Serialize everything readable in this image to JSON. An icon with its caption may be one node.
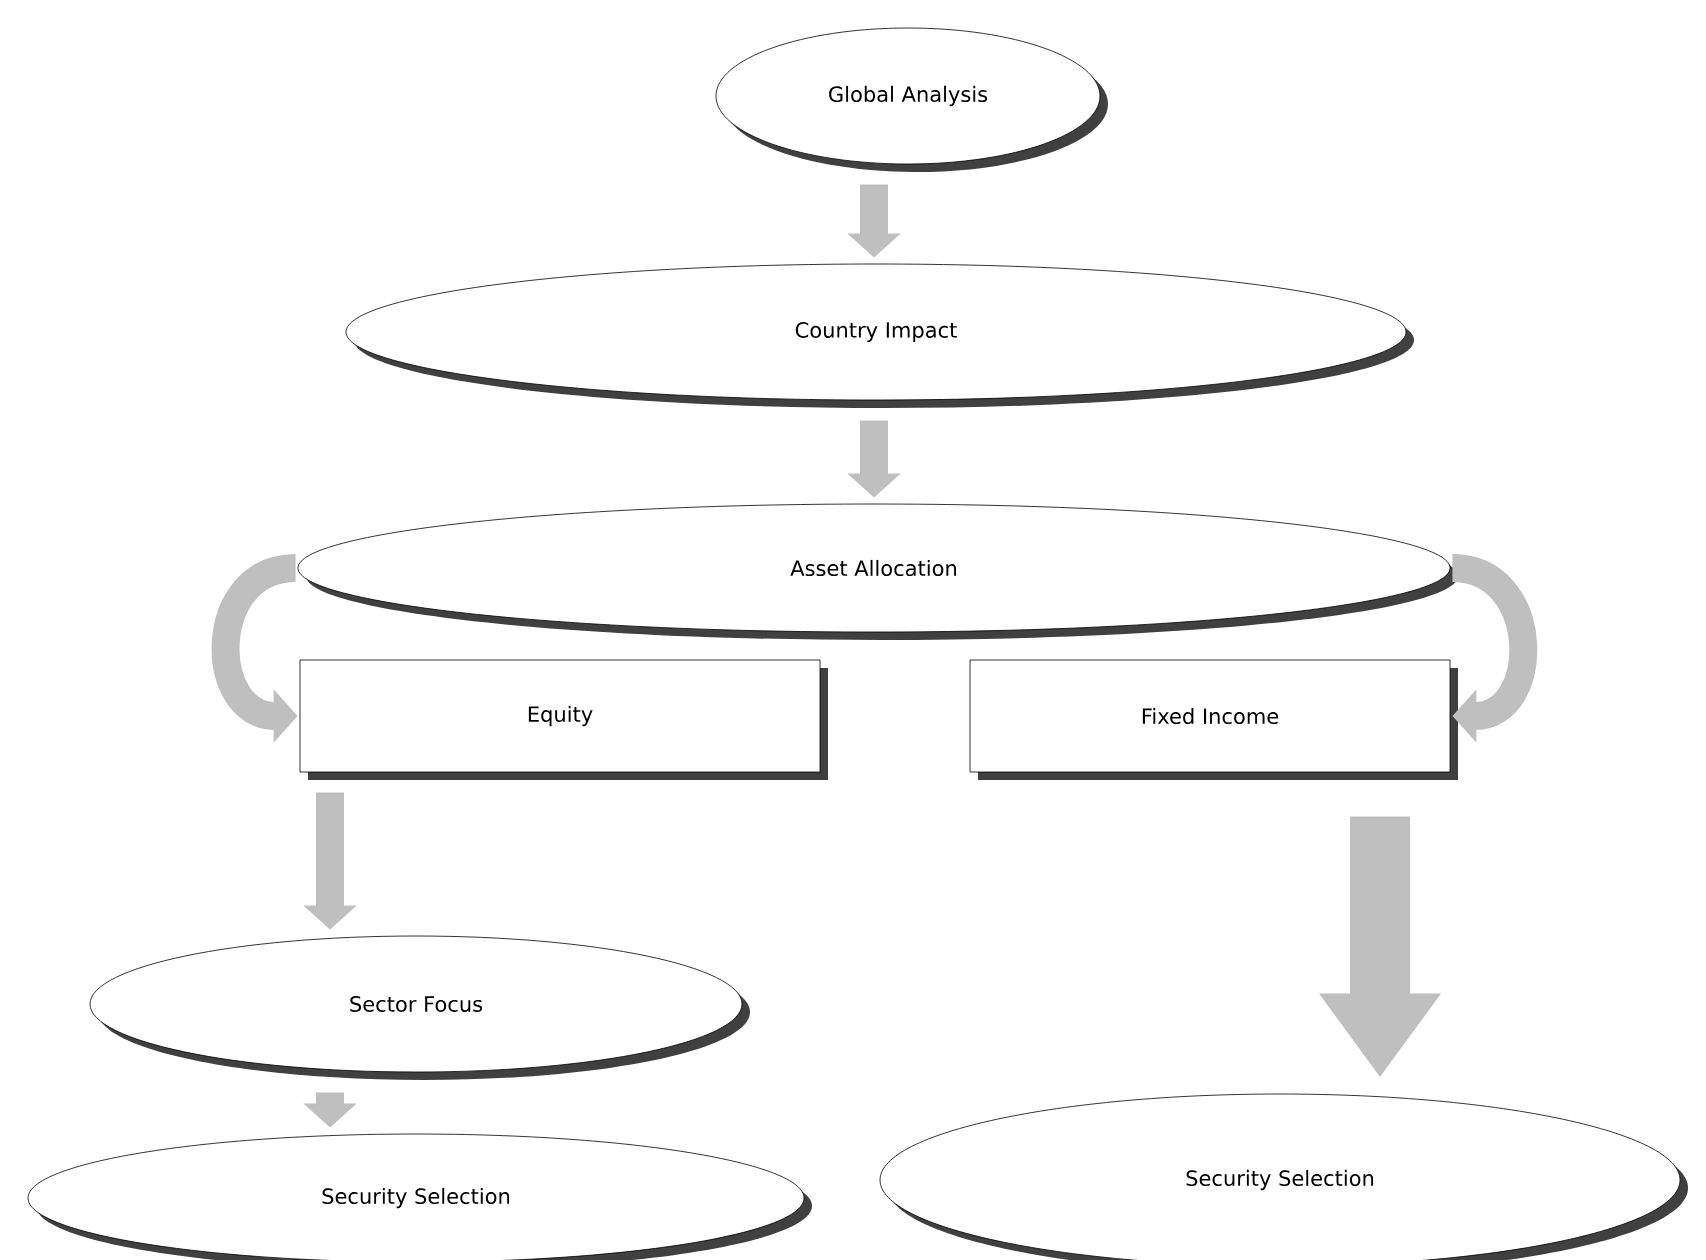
{
  "diagram": {
    "nodes": [
      {
        "text": [
          "Global Analysis"
        ]
      },
      {
        "text": [
          "Country Impact"
        ]
      },
      {
        "text": [
          "Asset Allocation"
        ]
      },
      {
        "text": [
          "Equity"
        ]
      },
      {
        "text": [
          "Fixed Income"
        ]
      },
      {
        "text": [
          "Sector Focus"
        ]
      },
      {
        "text": [
          "Security Selection"
        ]
      },
      {
        "text": [
          "Security Selection"
        ]
      }
    ],
    "edges": [
      {
        "from": 0,
        "to": 1,
        "arrow": "to"
      },
      {
        "from": 1,
        "to": 2,
        "arrow": "to"
      },
      {
        "from": 2,
        "to": 3,
        "arrow": "to"
      },
      {
        "from": 2,
        "to": 4,
        "arrow": "to"
      },
      {
        "from": 3,
        "to": 5,
        "arrow": "to"
      },
      {
        "from": 5,
        "to": 6,
        "arrow": "to"
      },
      {
        "from": 4,
        "to": 7,
        "arrow": "to",
        "style": "thick"
      }
    ]
  }
}
